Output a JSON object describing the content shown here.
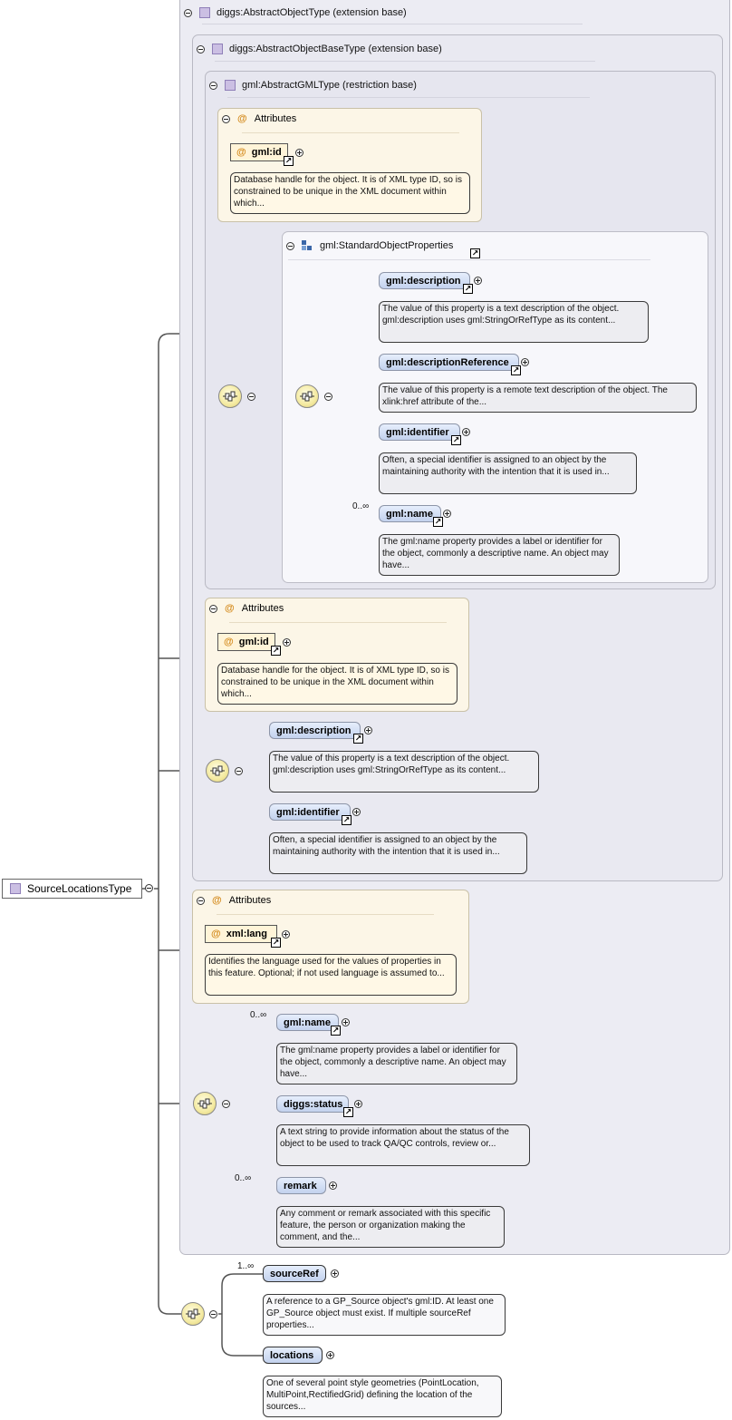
{
  "root": {
    "label": "SourceLocationsType"
  },
  "headers": {
    "abstract_object": "diggs:AbstractObjectType (extension base)",
    "abstract_object_base": "diggs:AbstractObjectBaseType (extension base)",
    "abstract_gml": "gml:AbstractGMLType (restriction base)",
    "standard_object_properties": "gml:StandardObjectProperties"
  },
  "attributes_label": "Attributes",
  "attrs": {
    "gml_id": "gml:id",
    "xml_lang": "xml:lang"
  },
  "elements": {
    "description": "gml:description",
    "description_reference": "gml:descriptionReference",
    "identifier": "gml:identifier",
    "name": "gml:name",
    "diggs_status": "diggs:status",
    "remark": "remark",
    "source_ref": "sourceRef",
    "locations": "locations"
  },
  "descriptions": {
    "gml_id": "Database handle for the object. It is of XML type ID, so is constrained to be unique in the XML document within which...",
    "description": "The value of this property is a text description of the object. gml:description uses gml:StringOrRefType as its content...",
    "description_reference": "The value of this property is a remote text description of the object. The xlink:href attribute of the...",
    "identifier": "Often, a special identifier is assigned to an object by the maintaining authority with the intention that it is used in...",
    "name": "The gml:name property provides a label or identifier for the object, commonly a descriptive name. An object may have...",
    "xml_lang": "Identifies the language used for the values of properties in this feature. Optional; if not used language is assumed to...",
    "diggs_status": "A text string to provide information about the status of the object to be used to track QA/QC controls, review or...",
    "remark": "Any comment or remark associated with this specific feature, the person or organization making the comment, and the...",
    "source_ref": "A reference to a GP_Source object's gml:ID. At least one GP_Source object must exist. If multiple sourceRef properties...",
    "locations": "One of several point style geometries (PointLocation, MultiPoint,RectifiedGrid) defining the location of the sources..."
  },
  "multiplicity": {
    "zero_many": "0..∞",
    "one_many": "1..∞"
  }
}
